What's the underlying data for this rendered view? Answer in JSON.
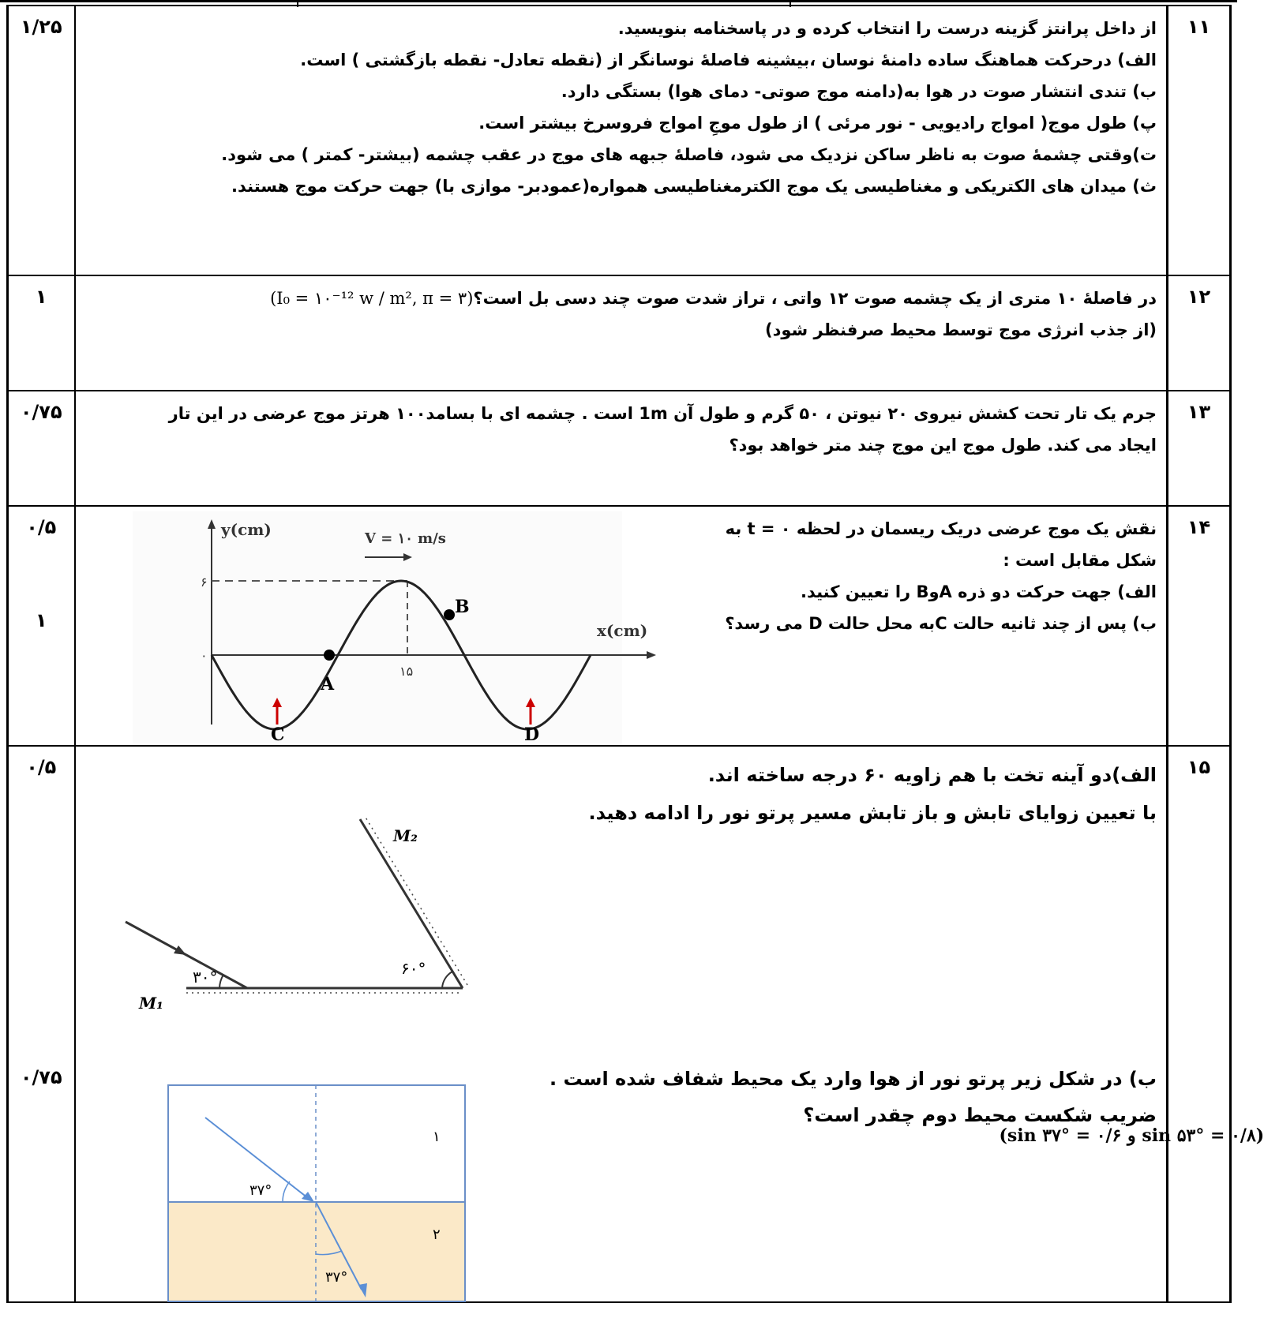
{
  "questions": [
    {
      "number": "۱۱",
      "score": "۱/۲۵",
      "lines": [
        "از داخل پرانتز گزینه درست را انتخاب کرده و در پاسخنامه بنویسید.",
        "الف) درحرکت هماهنگ ساده دامنۀ نوسان ،بیشینه فاصلۀ نوسانگر از (نقطه تعادل- نقطه بازگشتی ) است.",
        "ب) تندی انتشار صوت در هوا به(دامنه موج صوتی- دمای هوا) بستگی دارد.",
        "پ) طول موج( امواج رادیویی - نور مرئی ) از طول موجِ امواج فروسرخ بیشتر است.",
        "ت)وقتی چشمۀ صوت به ناظر ساکن نزدیک می شود، فاصلۀ جبهه های موج در عقب چشمه (بیشتر- کمتر ) می شود.",
        "ث) میدان های الکتریکی و مغناطیسی یک موج الکترمغناطیسی همواره(عمودبر- موازی با) جهت حرکت موج هستند."
      ]
    },
    {
      "number": "۱۲",
      "score": "۱",
      "line1": "در فاصلۀ ۱۰ متری از یک چشمه صوت ۱۲ واتی ، تراز شدت صوت چند دسی بل است؟",
      "formula": "(I₀ = ۱۰⁻¹² w / m², π = ۳)",
      "line2": "(از جذب انرژی موج توسط محیط صرفنظر شود)"
    },
    {
      "number": "۱۳",
      "score": "۰/۷۵",
      "lines": [
        "جرم یک تار تحت کشش نیروی ۲۰ نیوتن ، ۵۰ گرم و طول آن 1m است . چشمه ای با بسامد۱۰۰ هرتز موج عرضی در این تار",
        "ایجاد می کند. طول موج این موج چند متر خواهد بود؟"
      ]
    },
    {
      "number": "۱۴",
      "score_a": "۰/۵",
      "score_b": "۱",
      "lines": [
        "نقش یک موج عرضی دریک ریسمان در لحظه t = ۰ به",
        "شکل مقابل است :",
        "الف) جهت حرکت دو ذره AوB را تعیین کنید.",
        "ب) پس از چند ثانیه حالت Cبه محل حالت D می رسد؟"
      ],
      "figure": {
        "y_axis": "y(cm)",
        "x_axis": "x(cm)",
        "velocity": "V = ۱۰ m/s",
        "amp_tick": "۶",
        "origin_tick": "۰",
        "x_tick": "۱۵",
        "points": [
          "A",
          "B",
          "C",
          "D"
        ]
      }
    },
    {
      "number": "۱۵",
      "score_a": "۰/۵",
      "score_b": "۰/۷۵",
      "part_a": [
        "الف)دو آینه تخت با هم زاویه ۶۰ درجه ساخته اند.",
        "با تعیین زوایای تابش و باز تابش مسیر پرتو نور را ادامه دهید."
      ],
      "part_b": [
        "ب) در شکل زیر پرتو نور از هوا وارد یک محیط شفاف شده است .",
        "ضریب شکست محیط دوم چقدر است؟"
      ],
      "sin_formula": "(sin ۳۷° = ۰/۶  و  sin ۵۳° = ۰/۸)",
      "mirror_figure": {
        "m1": "M₁",
        "m2": "M₂",
        "angle1": "۳۰°",
        "angle2": "۶۰°"
      },
      "refraction_figure": {
        "medium1": "۱",
        "medium2": "۲",
        "angle_in": "۳۷°",
        "angle_out": "۳۷°"
      }
    }
  ]
}
